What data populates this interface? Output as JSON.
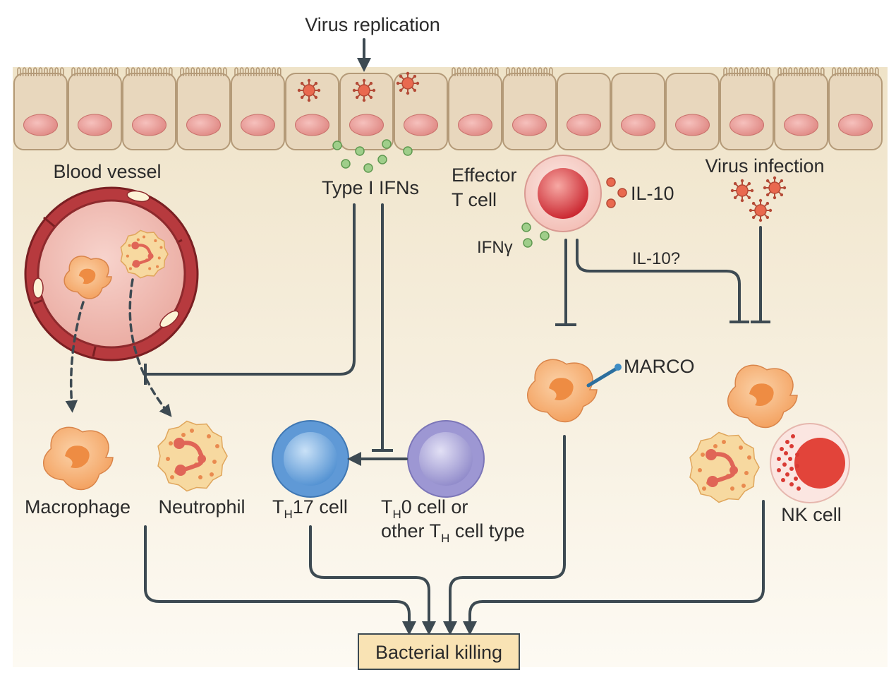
{
  "labels": {
    "virus_replication": "Virus replication",
    "blood_vessel": "Blood vessel",
    "type_i_ifns": "Type I IFNs",
    "effector_line1": "Effector",
    "effector_line2": "T cell",
    "il10": "IL-10",
    "ifng": "IFNγ",
    "virus_infection": "Virus infection",
    "il10_q": "IL-10?",
    "marco": "MARCO",
    "macrophage": "Macrophage",
    "neutrophil": "Neutrophil",
    "th17_T": "T",
    "th17_sub": "H",
    "th17_rest": "17 cell",
    "th0_T": "T",
    "th0_sub": "H",
    "th0_rest": "0 cell or",
    "other_pre": "other T",
    "other_sub": "H",
    "other_rest": " cell type",
    "nk_cell": "NK cell",
    "bacterial_killing": "Bacterial killing"
  },
  "colors": {
    "background": "#f4ecda",
    "epithelium": "#e8d7bd",
    "nucleus": "#e49a94",
    "macrophage": "#f3a869",
    "neutrophil": "#f7d9a0",
    "th17_cell": "#6aa3dc",
    "th0_cell": "#a49fd6",
    "effector_cell": "#d9343c",
    "nk_cell": "#e2443a",
    "virus": "#e9694f",
    "ifn_dot": "#9fce8a",
    "il10_dot": "#e9694f",
    "pathway": "#3d4a52",
    "box_fill": "#f9e3b4"
  }
}
